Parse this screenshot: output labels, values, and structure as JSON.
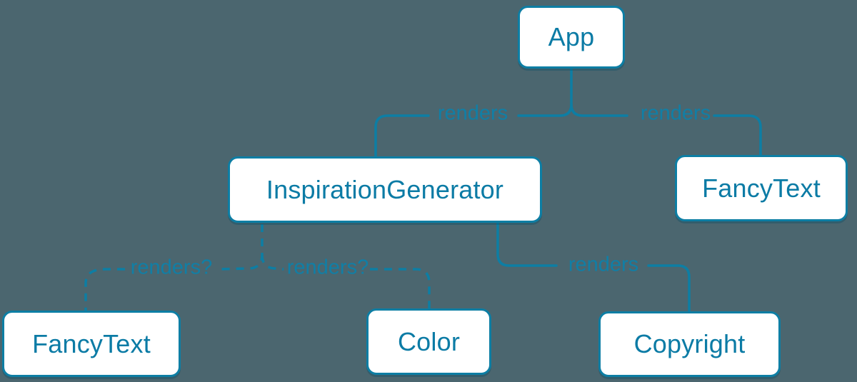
{
  "colors": {
    "background": "#4b666f",
    "accent": "#0d7ea4",
    "node_fill": "#ffffff",
    "node_text": "#0b7ba5"
  },
  "nodes": [
    {
      "id": "app",
      "label": "App"
    },
    {
      "id": "inspiration-generator",
      "label": "InspirationGenerator"
    },
    {
      "id": "fancy-text-top",
      "label": "FancyText"
    },
    {
      "id": "fancy-text-bottom",
      "label": "FancyText"
    },
    {
      "id": "color",
      "label": "Color"
    },
    {
      "id": "copyright",
      "label": "Copyright"
    }
  ],
  "edges": [
    {
      "from": "App",
      "to": "InspirationGenerator",
      "label": "renders",
      "style": "solid"
    },
    {
      "from": "App",
      "to": "FancyText",
      "label": "renders",
      "style": "solid"
    },
    {
      "from": "InspirationGenerator",
      "to": "FancyText",
      "label": "renders?",
      "style": "dashed"
    },
    {
      "from": "InspirationGenerator",
      "to": "Color",
      "label": "renders?",
      "style": "dashed"
    },
    {
      "from": "InspirationGenerator",
      "to": "Copyright",
      "label": "renders",
      "style": "solid"
    }
  ]
}
